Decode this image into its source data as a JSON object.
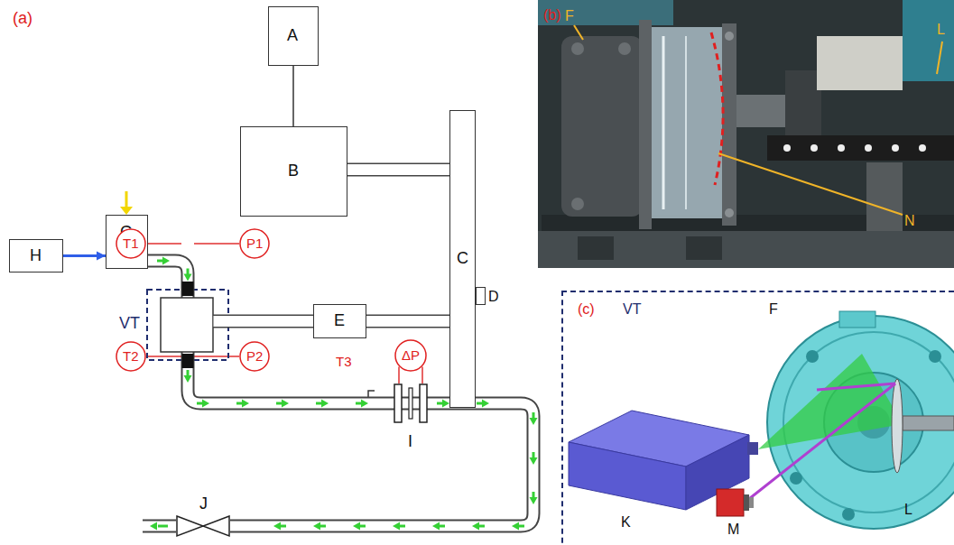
{
  "diagram": {
    "nodes": [
      {
        "text": [
          "A"
        ]
      },
      {
        "text": [
          "B"
        ]
      },
      {
        "text": [
          "C"
        ]
      },
      {
        "text": [
          "H"
        ]
      },
      {
        "text": [
          "G"
        ]
      },
      {
        "text": [
          "T1"
        ]
      },
      {
        "text": [
          "P1"
        ]
      },
      {
        "text": [
          "VT"
        ]
      },
      {
        "text": [
          "E"
        ]
      },
      {
        "text": [
          "D"
        ]
      },
      {
        "text": [
          "T2"
        ]
      },
      {
        "text": [
          "P2"
        ]
      },
      {
        "text": [
          "ΔP"
        ]
      },
      {
        "text": [
          "I"
        ]
      },
      {
        "text": [
          "J"
        ]
      },
      {
        "text": [
          "(c)",
          "VT"
        ]
      }
    ],
    "edges": [
      {
        "from": 0,
        "to": 1,
        "arrow": "none"
      },
      {
        "from": 1,
        "to": 2,
        "arrow": "none"
      },
      {
        "from": 7,
        "to": 8,
        "arrow": "none"
      },
      {
        "from": 8,
        "to": 2,
        "arrow": "none"
      },
      {
        "from": 3,
        "to": 4,
        "arrow": "to"
      },
      {
        "from": 4,
        "to": 7,
        "arrow": "to"
      },
      {
        "from": 7,
        "to": 13,
        "arrow": "to"
      },
      {
        "from": 13,
        "to": 14,
        "arrow": "to"
      },
      {
        "from": 12,
        "to": 13,
        "arrow": "none"
      }
    ],
    "labels": [
      "(a)",
      "T3",
      "(b)",
      "F",
      "L",
      "N",
      "K",
      "F",
      "L",
      "M"
    ]
  }
}
